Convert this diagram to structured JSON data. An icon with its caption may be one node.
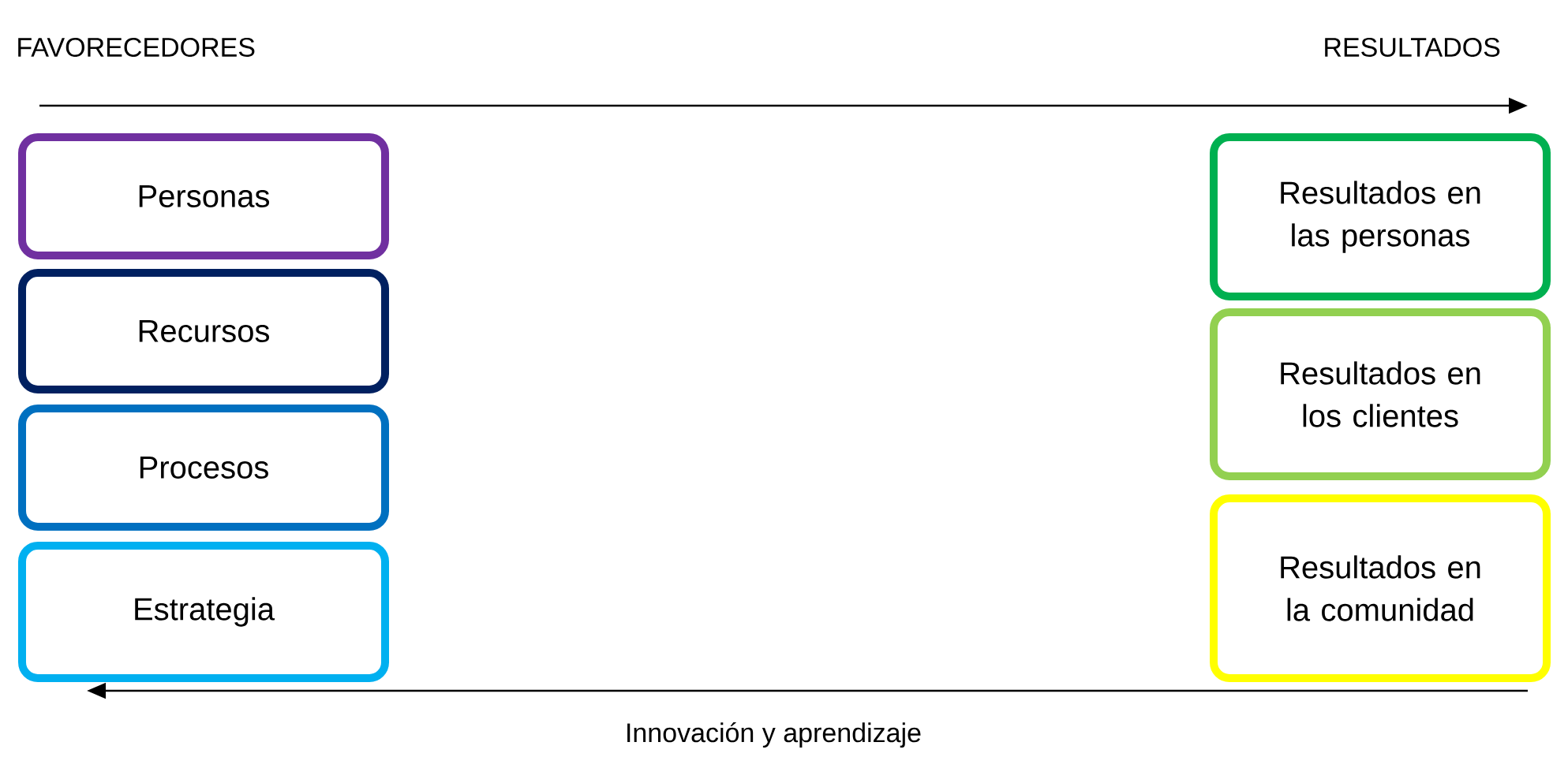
{
  "diagram": {
    "nodes": [
      {
        "text": [
          "Personas"
        ]
      },
      {
        "text": [
          "Recursos"
        ]
      },
      {
        "text": [
          "Procesos"
        ]
      },
      {
        "text": [
          "Estrategia"
        ]
      },
      {
        "text": [
          "Resultados en las personas"
        ]
      },
      {
        "text": [
          "Resultados en los clientes"
        ]
      },
      {
        "text": [
          "Resultados en la comunidad"
        ]
      }
    ],
    "labels": [
      "FAVORECEDORES",
      "RESULTADOS",
      "Innovación y aprendizaje"
    ]
  }
}
